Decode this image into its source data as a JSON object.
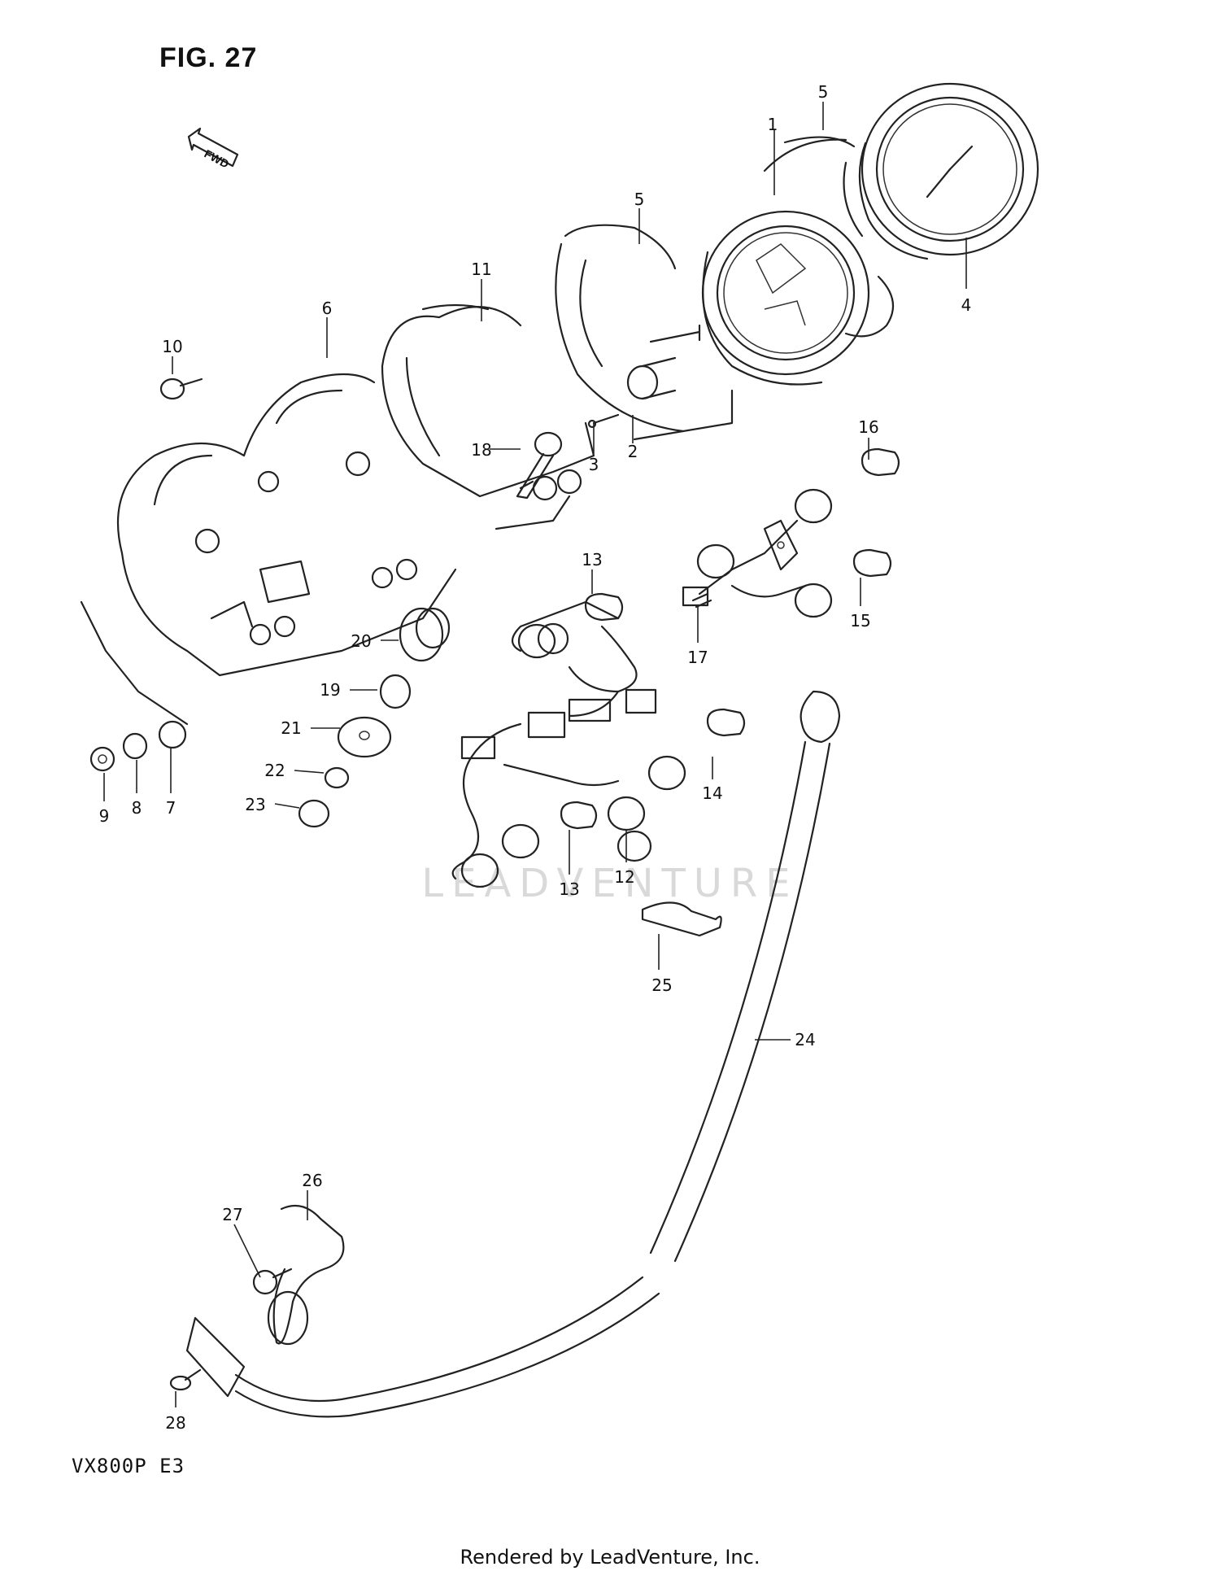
{
  "figure": {
    "title": "FIG. 27",
    "fwd_label": "FWD",
    "model_code": "VX800P  E3",
    "watermark": "LEADVENTURE",
    "footer": "Rendered by LeadVenture, Inc."
  },
  "callouts": [
    "1",
    "2",
    "3",
    "4",
    "5",
    "5",
    "6",
    "7",
    "8",
    "9",
    "10",
    "11",
    "12",
    "13",
    "13",
    "14",
    "15",
    "16",
    "17",
    "18",
    "19",
    "20",
    "21",
    "22",
    "23",
    "24",
    "25",
    "26",
    "27",
    "28"
  ],
  "colors": {
    "ink": "#111111",
    "background": "#ffffff",
    "watermark": "#d9d9d9"
  }
}
